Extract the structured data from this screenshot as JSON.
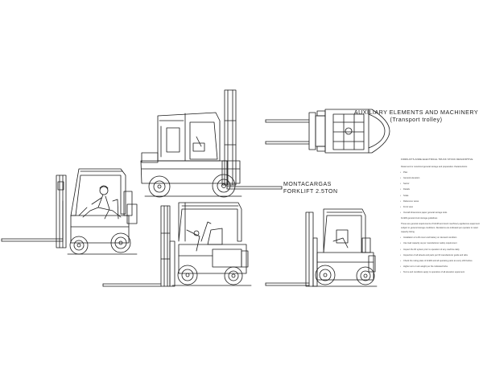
{
  "title": {
    "line1": "AUXILIARY ELEMENTS AND MACHINERY",
    "line2": "(Transport trolley)"
  },
  "model": {
    "line1": "MONTACARGAS",
    "line2": "FORKLIFT 2.5TON"
  },
  "notes": {
    "header": "FORKLIFTS ANDE ELECTRICAL TRUCK STOCK DESCRIPTIVE",
    "intro": "Diesel and or motorized general storage and preparation characteristics",
    "list_a": [
      "Plan",
      "General elevation",
      "Sector",
      "Details",
      "Scale",
      "Reference views",
      "Front view",
      "Overall dimensions paper general storage tools"
    ],
    "para": "Forklift general truck storage guidelines",
    "para2": "These are general requirements of forklift and stock machinery appliances equipment subject to general storage conditions. Deviations are indicated per operator in rated capacity listing",
    "list_b": [
      "Installation of a lift cover and battery on demand condition",
      "Use load capacity as per manufacturer safety requirement",
      "Inspect the lift system prior to operation of any machine daily",
      "Inspection of all wheels and parts per lift manufacturer guide and tabs",
      "Check the rating plate of forklift and all operating parts at every shift before",
      "Higher cert or sub weight per the indicated forks",
      "Terms and conditions apply to operation of all elevation equipment"
    ]
  },
  "icons": {
    "forklift-diesel-cab": "forklift side elevation with enclosed cab",
    "forklift-operator": "forklift side elevation with seated operator",
    "forklift-electric": "electric forklift side elevation",
    "forklift-plan": "forklift top plan view",
    "forklift-compact": "compact forklift side elevation"
  }
}
